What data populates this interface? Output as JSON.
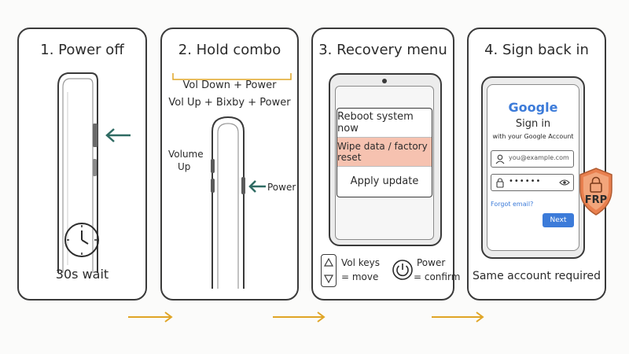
{
  "steps": [
    {
      "title": "1. Power off",
      "caption": "30s wait"
    },
    {
      "title": "2. Hold combo",
      "combo_line1": "Vol Down + Power",
      "combo_line2": "Vol Up + Bixby + Power",
      "label_volume": "Volume",
      "label_up": "Up",
      "label_power": "Power"
    },
    {
      "title": "3. Recovery menu",
      "menu": [
        "Reboot system now",
        "Wipe data / factory reset",
        "Apply update"
      ],
      "vol_keys": "Vol keys",
      "move": "= move",
      "power": "Power",
      "confirm": "= confirm"
    },
    {
      "title": "4. Sign back in",
      "google": "Google",
      "sign_in": "Sign in",
      "with_account": "with your Google Account",
      "email_placeholder": "you@example.com",
      "password_dots": "••••••",
      "forgot": "Forgot email?",
      "next": "Next",
      "frp": "FRP",
      "caption": "Same account required"
    }
  ],
  "colors": {
    "arrow_teal": "#2f6b63",
    "flow_arrow": "#e0a526",
    "highlight": "#f6c2b0",
    "frp_shield": "#e9804f",
    "google_blue": "#3c7bd9"
  },
  "icons": [
    "clock-icon",
    "power-icon",
    "up-down-icon",
    "person-icon",
    "lock-icon",
    "eye-icon",
    "shield-lock-icon"
  ]
}
